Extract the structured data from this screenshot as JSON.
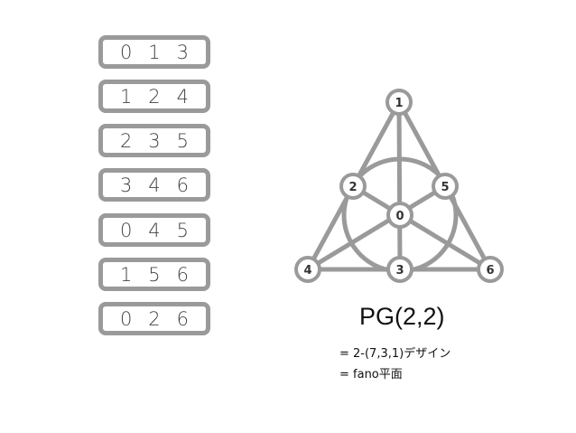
{
  "lines": [
    [
      "0",
      "1",
      "3"
    ],
    [
      "1",
      "2",
      "4"
    ],
    [
      "2",
      "3",
      "5"
    ],
    [
      "3",
      "4",
      "6"
    ],
    [
      "0",
      "4",
      "5"
    ],
    [
      "1",
      "5",
      "6"
    ],
    [
      "0",
      "2",
      "6"
    ]
  ],
  "nodes": [
    "0",
    "1",
    "2",
    "3",
    "4",
    "5",
    "6"
  ],
  "title": "PG(2,2)",
  "caption_1": "= 2-(7,3,1)デザイン",
  "caption_2": "= fano平面",
  "colors": {
    "stroke": "#9a9a9a",
    "text": "#333333"
  }
}
